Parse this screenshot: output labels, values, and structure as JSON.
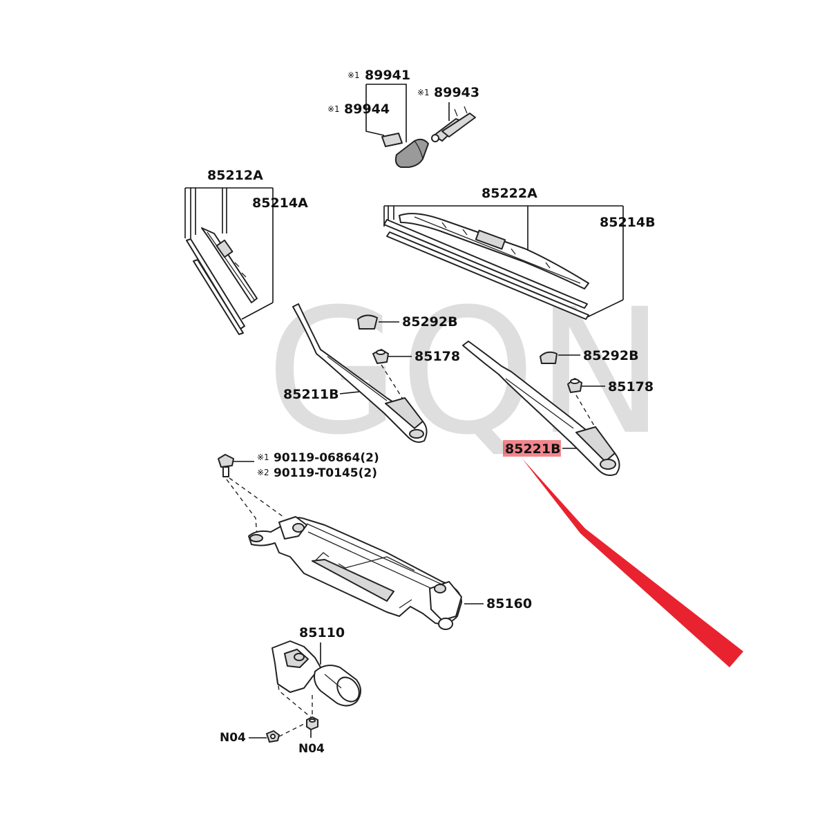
{
  "watermark": "GQN",
  "labels": {
    "p89941": "89941",
    "p89943": "89943",
    "p89944": "89944",
    "p85212A": "85212A",
    "p85214A": "85214A",
    "p85222A": "85222A",
    "p85214B": "85214B",
    "p85292B_left": "85292B",
    "p85178_left": "85178",
    "p85211B": "85211B",
    "p85292B_right": "85292B",
    "p85178_right": "85178",
    "p85221B": "85221B",
    "bolt1": "90119-06864(2)",
    "bolt2": "90119-T0145(2)",
    "p85160": "85160",
    "p85110": "85110",
    "n04_left": "N04",
    "n04_right": "N04"
  },
  "marks": {
    "note1": "※1",
    "note2": "※2"
  },
  "highlight": {
    "part": "85221B",
    "color": "#e8232f"
  }
}
